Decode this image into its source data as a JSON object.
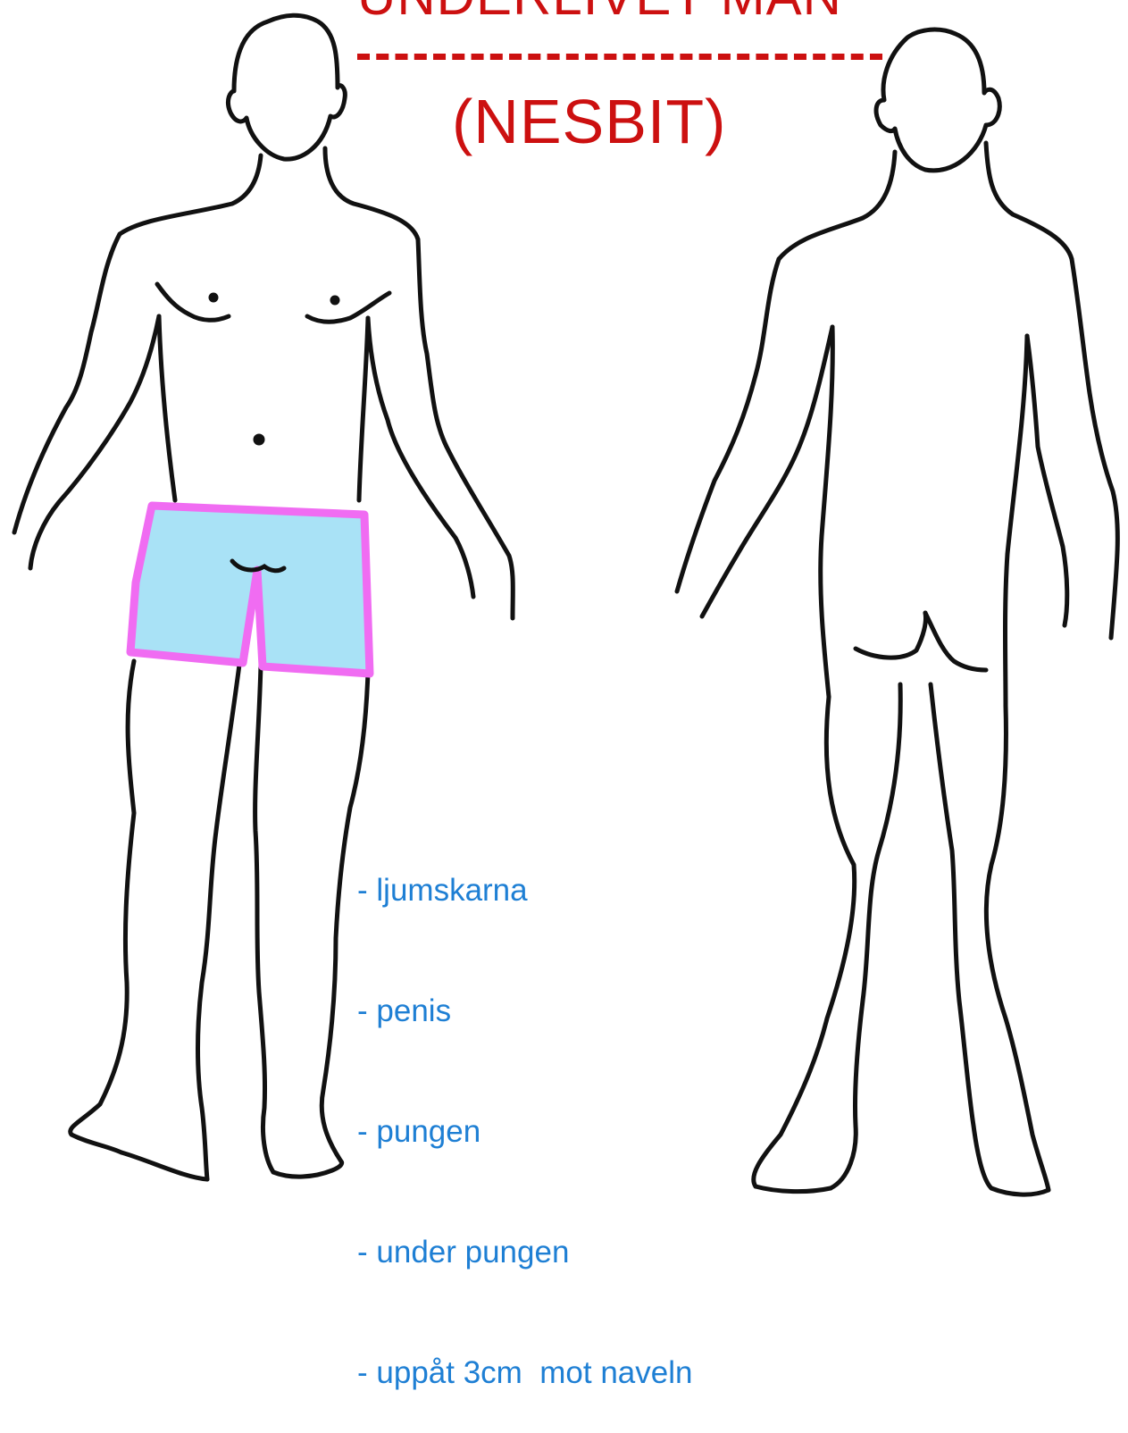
{
  "title": "UNDERLIVET MAN",
  "subtitle": "(NESBIT)",
  "areas": [
    "ljumskarna",
    "penis",
    "pungen",
    "under pungen",
    "uppåt 3cm  mot naveln"
  ],
  "colors": {
    "title": "#cc1010",
    "notes": "#1e7fd4",
    "highlight_fill": "#a9e2f6",
    "highlight_outline": "#f06cf2",
    "outline": "#111111"
  }
}
